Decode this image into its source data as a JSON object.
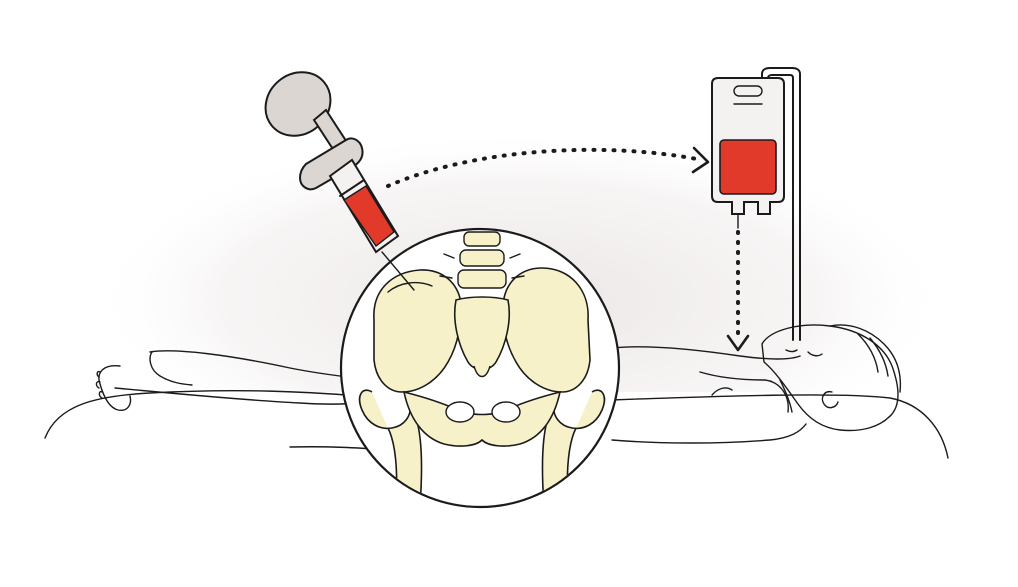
{
  "figure": {
    "description_text": "",
    "colors": {
      "blood": "#e23a2a",
      "bone": "#f6f1c8",
      "syringe_plunger": "#dcd6d2",
      "bag_body": "#f4f1f1",
      "magnifier_bg": "#ffffff",
      "shadow": "#ece7e7",
      "ink": "#1b1b1b"
    },
    "icons": {
      "syringe": "syringe-icon",
      "blood_bag": "blood-bag-icon",
      "pelvis": "pelvis-bone-icon",
      "patient": "reclining-patient-icon",
      "arrow_harvest": "dotted-arrow-right-icon",
      "arrow_infuse": "dotted-arrow-down-icon"
    },
    "steps": [
      {
        "id": "harvest",
        "icon": "syringe-icon"
      },
      {
        "id": "collect",
        "icon": "blood-bag-icon"
      },
      {
        "id": "infuse",
        "icon": "reclining-patient-icon"
      }
    ]
  }
}
